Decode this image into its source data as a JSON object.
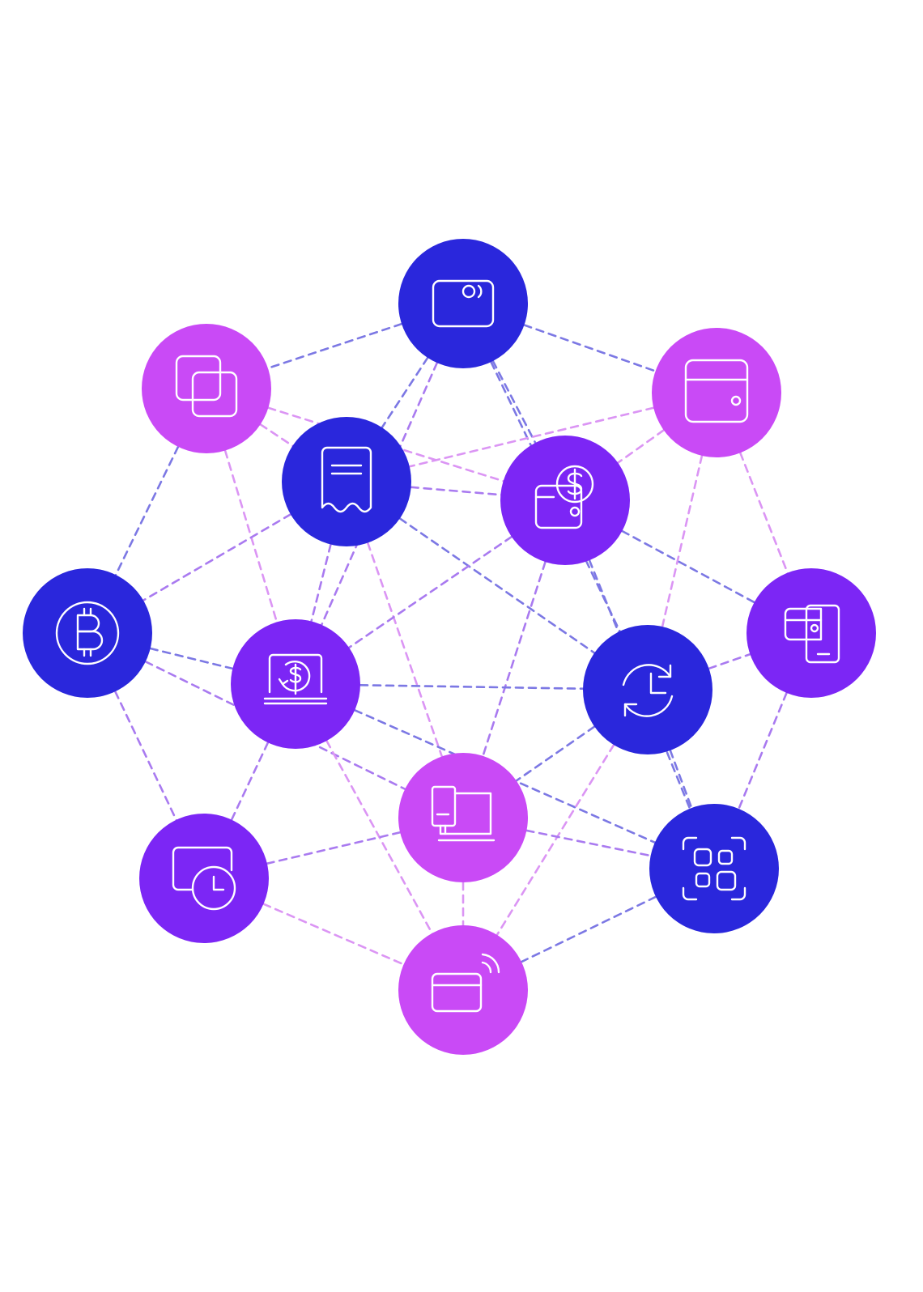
{
  "colors": {
    "indigo": "#2A27DC",
    "violet": "#7C26F5",
    "magenta": "#C94AF6",
    "edge_indigo": "#7C78E4",
    "edge_violet": "#A97AF0",
    "edge_magenta": "#DB95F4"
  },
  "nodes": [
    {
      "id": "wallet-card",
      "icon": "wallet-card-icon",
      "color": "indigo"
    },
    {
      "id": "copy",
      "icon": "copy-icon",
      "color": "magenta"
    },
    {
      "id": "wallet",
      "icon": "wallet-icon",
      "color": "magenta"
    },
    {
      "id": "receipt",
      "icon": "receipt-icon",
      "color": "indigo"
    },
    {
      "id": "wallet-dollar",
      "icon": "wallet-dollar-icon",
      "color": "violet"
    },
    {
      "id": "bitcoin",
      "icon": "bitcoin-icon",
      "color": "indigo"
    },
    {
      "id": "laptop-dollar",
      "icon": "laptop-dollar-icon",
      "color": "violet"
    },
    {
      "id": "sync-clock",
      "icon": "sync-clock-icon",
      "color": "indigo"
    },
    {
      "id": "wallet-phone",
      "icon": "wallet-phone-icon",
      "color": "violet"
    },
    {
      "id": "pos-terminal",
      "icon": "pos-terminal-icon",
      "color": "magenta"
    },
    {
      "id": "card-clock",
      "icon": "card-clock-icon",
      "color": "violet"
    },
    {
      "id": "qr-code",
      "icon": "qr-code-icon",
      "color": "indigo"
    },
    {
      "id": "contactless-card",
      "icon": "contactless-card-icon",
      "color": "magenta"
    }
  ],
  "edges": [
    [
      "wallet-card",
      "copy",
      "edge_indigo"
    ],
    [
      "wallet-card",
      "wallet",
      "edge_indigo"
    ],
    [
      "wallet-card",
      "receipt",
      "edge_indigo"
    ],
    [
      "wallet-card",
      "wallet-dollar",
      "edge_indigo"
    ],
    [
      "wallet-card",
      "laptop-dollar",
      "edge_violet"
    ],
    [
      "wallet-card",
      "sync-clock",
      "edge_indigo"
    ],
    [
      "copy",
      "receipt",
      "edge_magenta"
    ],
    [
      "copy",
      "bitcoin",
      "edge_indigo"
    ],
    [
      "copy",
      "laptop-dollar",
      "edge_magenta"
    ],
    [
      "copy",
      "wallet-dollar",
      "edge_magenta"
    ],
    [
      "wallet",
      "receipt",
      "edge_magenta"
    ],
    [
      "wallet",
      "wallet-dollar",
      "edge_magenta"
    ],
    [
      "wallet",
      "sync-clock",
      "edge_magenta"
    ],
    [
      "wallet",
      "wallet-phone",
      "edge_magenta"
    ],
    [
      "receipt",
      "wallet-dollar",
      "edge_violet"
    ],
    [
      "receipt",
      "bitcoin",
      "edge_violet"
    ],
    [
      "receipt",
      "laptop-dollar",
      "edge_violet"
    ],
    [
      "receipt",
      "sync-clock",
      "edge_indigo"
    ],
    [
      "receipt",
      "pos-terminal",
      "edge_magenta"
    ],
    [
      "wallet-dollar",
      "laptop-dollar",
      "edge_violet"
    ],
    [
      "wallet-dollar",
      "wallet-phone",
      "edge_indigo"
    ],
    [
      "wallet-dollar",
      "qr-code",
      "edge_indigo"
    ],
    [
      "wallet-dollar",
      "pos-terminal",
      "edge_violet"
    ],
    [
      "bitcoin",
      "laptop-dollar",
      "edge_indigo"
    ],
    [
      "bitcoin",
      "card-clock",
      "edge_violet"
    ],
    [
      "bitcoin",
      "pos-terminal",
      "edge_violet"
    ],
    [
      "laptop-dollar",
      "sync-clock",
      "edge_indigo"
    ],
    [
      "laptop-dollar",
      "card-clock",
      "edge_violet"
    ],
    [
      "laptop-dollar",
      "qr-code",
      "edge_indigo"
    ],
    [
      "laptop-dollar",
      "contactless-card",
      "edge_magenta"
    ],
    [
      "sync-clock",
      "wallet-phone",
      "edge_violet"
    ],
    [
      "sync-clock",
      "pos-terminal",
      "edge_indigo"
    ],
    [
      "sync-clock",
      "qr-code",
      "edge_indigo"
    ],
    [
      "sync-clock",
      "contactless-card",
      "edge_magenta"
    ],
    [
      "wallet-phone",
      "qr-code",
      "edge_violet"
    ],
    [
      "pos-terminal",
      "card-clock",
      "edge_violet"
    ],
    [
      "pos-terminal",
      "qr-code",
      "edge_violet"
    ],
    [
      "pos-terminal",
      "contactless-card",
      "edge_magenta"
    ],
    [
      "card-clock",
      "contactless-card",
      "edge_magenta"
    ],
    [
      "qr-code",
      "contactless-card",
      "edge_indigo"
    ]
  ]
}
